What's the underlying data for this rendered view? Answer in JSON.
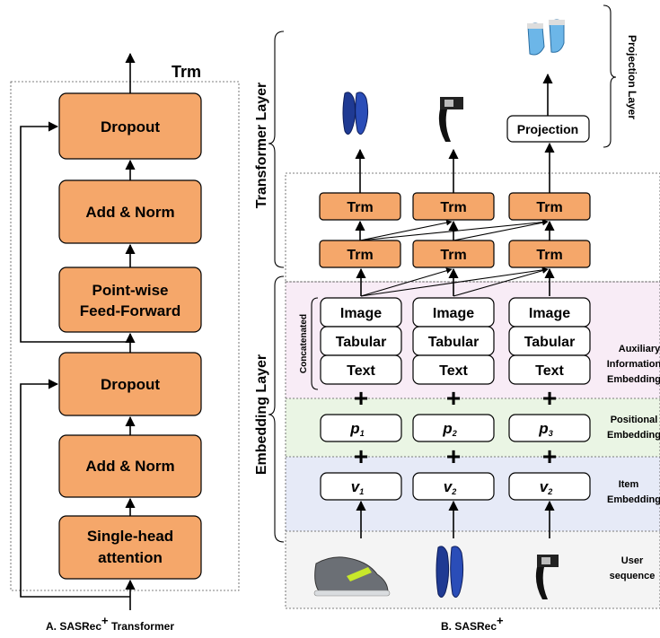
{
  "panel_a": {
    "trm_label": "Trm",
    "blocks": [
      "Dropout",
      "Add & Norm",
      "Point-wise",
      "Feed-Forward",
      "Dropout",
      "Add & Norm",
      "Single-head",
      "attention"
    ],
    "caption_main": "A. SASRec",
    "caption_sup": "+",
    "caption_tail": " Transformer"
  },
  "panel_b": {
    "caption_main": "B. SASRec",
    "caption_sup": "+",
    "transformer_layer_label": "Transformer Layer",
    "embedding_layer_label": "Embedding Layer",
    "projection_layer_label": "Projection Layer",
    "concatenated_label": "Concatenated",
    "trm_label": "Trm",
    "projection_box": "Projection",
    "aux_rows": [
      "Image",
      "Tabular",
      "Text"
    ],
    "plus": "+",
    "positional": [
      {
        "base": "p",
        "sub": "1"
      },
      {
        "base": "p",
        "sub": "2"
      },
      {
        "base": "p",
        "sub": "3"
      }
    ],
    "items": [
      {
        "base": "v",
        "sub": "1"
      },
      {
        "base": "v",
        "sub": "2"
      },
      {
        "base": "v",
        "sub": "2"
      }
    ],
    "side_labels": {
      "aux_1": "Auxiliary",
      "aux_2": "Information",
      "aux_3": "Embedding",
      "pos_1": "Positional",
      "pos_2": "Embedding",
      "item_1": "Item",
      "item_2": "Embedding",
      "user_1": "User",
      "user_2": "sequence"
    }
  },
  "colors": {
    "orange": "#f5a76a",
    "band_aux": "#f8ecf6",
    "band_pos": "#eaf5e4",
    "band_item": "#e6eaf7",
    "band_user": "#f4f4f4"
  }
}
